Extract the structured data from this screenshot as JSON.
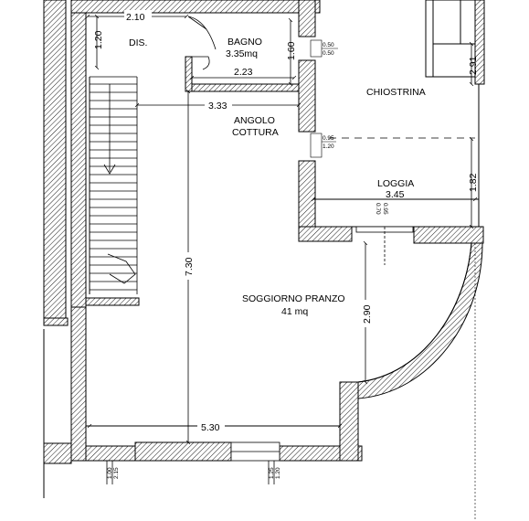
{
  "rooms": {
    "dis": "DIS.",
    "bagno": "BAGNO",
    "bagno_area": "3.35mq",
    "chiostrina": "CHIOSTRINA",
    "angolo_line1": "ANGOLO",
    "angolo_line2": "COTTURA",
    "loggia": "LOGGIA",
    "soggiorno": "SOGGIORNO PRANZO",
    "soggiorno_area": "41 mq"
  },
  "dimensions": {
    "d_2_10": "2.10",
    "d_1_20": "1.20",
    "d_1_60": "1.60",
    "d_2_23": "2.23",
    "d_3_33": "3.33",
    "d_2_91": "2.91",
    "d_1_82": "1.82",
    "d_3_45": "3.45",
    "d_7_30": "7.30",
    "d_2_90": "2.90",
    "d_5_30": "5.30"
  },
  "openings": {
    "win_bagno_top": "0.50",
    "win_bagno_bottom": "0.50",
    "win_cottura_top": "0.95",
    "win_cottura_bottom": "1.20",
    "door_loggia_a": "0.70",
    "door_loggia_b": "0.95",
    "win_left_a": "1.00",
    "win_left_b": "2.15",
    "win_right_a": "1.25",
    "win_right_b": "1.20"
  }
}
